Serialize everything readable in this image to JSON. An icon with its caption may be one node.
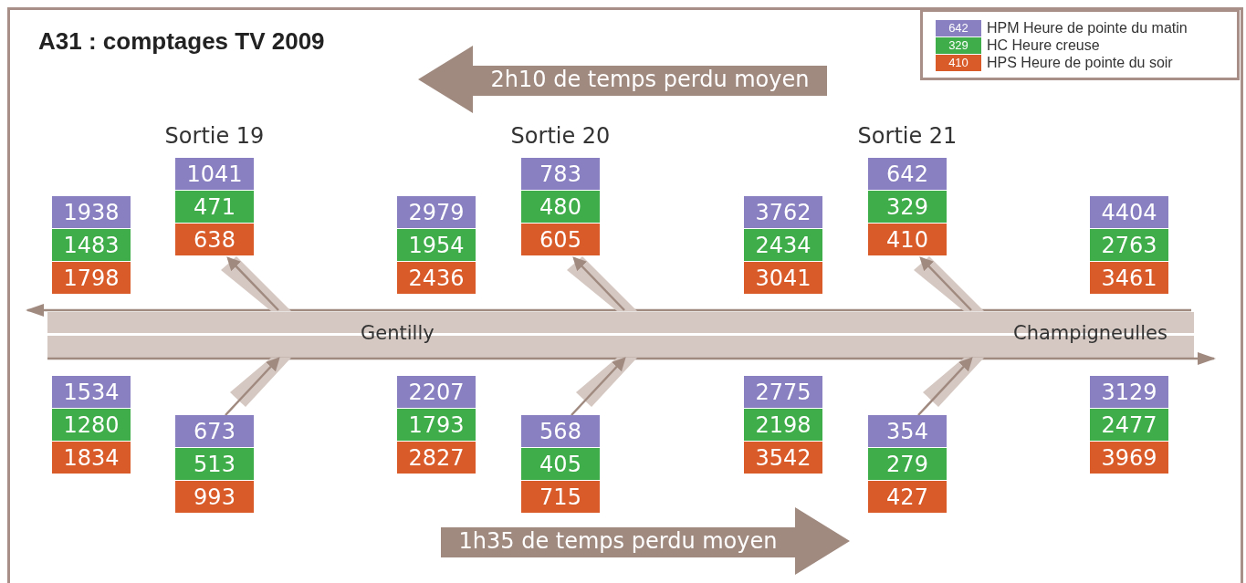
{
  "diagram": {
    "title": "A31 : comptages TV 2009",
    "nodes": [
      {
        "text": [
          "2h10 de temps perdu moyen"
        ]
      },
      {
        "text": [
          "1041",
          "471",
          "638"
        ],
        "beside": [
          "Sortie 19"
        ]
      },
      {
        "text": [
          "783",
          "480",
          "605"
        ],
        "beside": [
          "Sortie 20"
        ]
      },
      {
        "text": [
          "642",
          "329",
          "410"
        ],
        "beside": [
          "Sortie 21"
        ]
      },
      {
        "text": [
          "1938",
          "1483",
          "1798"
        ]
      },
      {
        "text": [
          "2979",
          "1954",
          "2436"
        ]
      },
      {
        "text": [
          "3762",
          "2434",
          "3041"
        ]
      },
      {
        "text": [
          "4404",
          "2763",
          "3461"
        ]
      },
      {
        "text": [
          "Gentilly",
          "Champigneulles"
        ]
      },
      {
        "text": [
          "1534",
          "1280",
          "1834"
        ]
      },
      {
        "text": [
          "2207",
          "1793",
          "2827"
        ]
      },
      {
        "text": [
          "2775",
          "2198",
          "3542"
        ]
      },
      {
        "text": [
          "3129",
          "2477",
          "3969"
        ]
      },
      {
        "text": [
          "673",
          "513",
          "993"
        ]
      },
      {
        "text": [
          "568",
          "405",
          "715"
        ]
      },
      {
        "text": [
          "354",
          "279",
          "427"
        ]
      },
      {
        "text": [
          "1h35 de temps perdu moyen"
        ]
      }
    ],
    "edges": [
      {
        "from": 8,
        "to": 1,
        "arrow": "to"
      },
      {
        "from": 8,
        "to": 2,
        "arrow": "to"
      },
      {
        "from": 8,
        "to": 3,
        "arrow": "to"
      },
      {
        "from": 13,
        "to": 8,
        "arrow": "to"
      },
      {
        "from": 14,
        "to": 8,
        "arrow": "to"
      },
      {
        "from": 15,
        "to": 8,
        "arrow": "to"
      }
    ],
    "labels": [
      "642",
      "329",
      "410"
    ],
    "legend": [
      {
        "text": "HPM Heure de pointe du matin",
        "color": "#8880c0"
      },
      {
        "text": "HC Heure creuse",
        "color": "#3fae4a"
      },
      {
        "text": "HPS Heure de pointe du soir",
        "color": "#d95b2a"
      }
    ]
  }
}
